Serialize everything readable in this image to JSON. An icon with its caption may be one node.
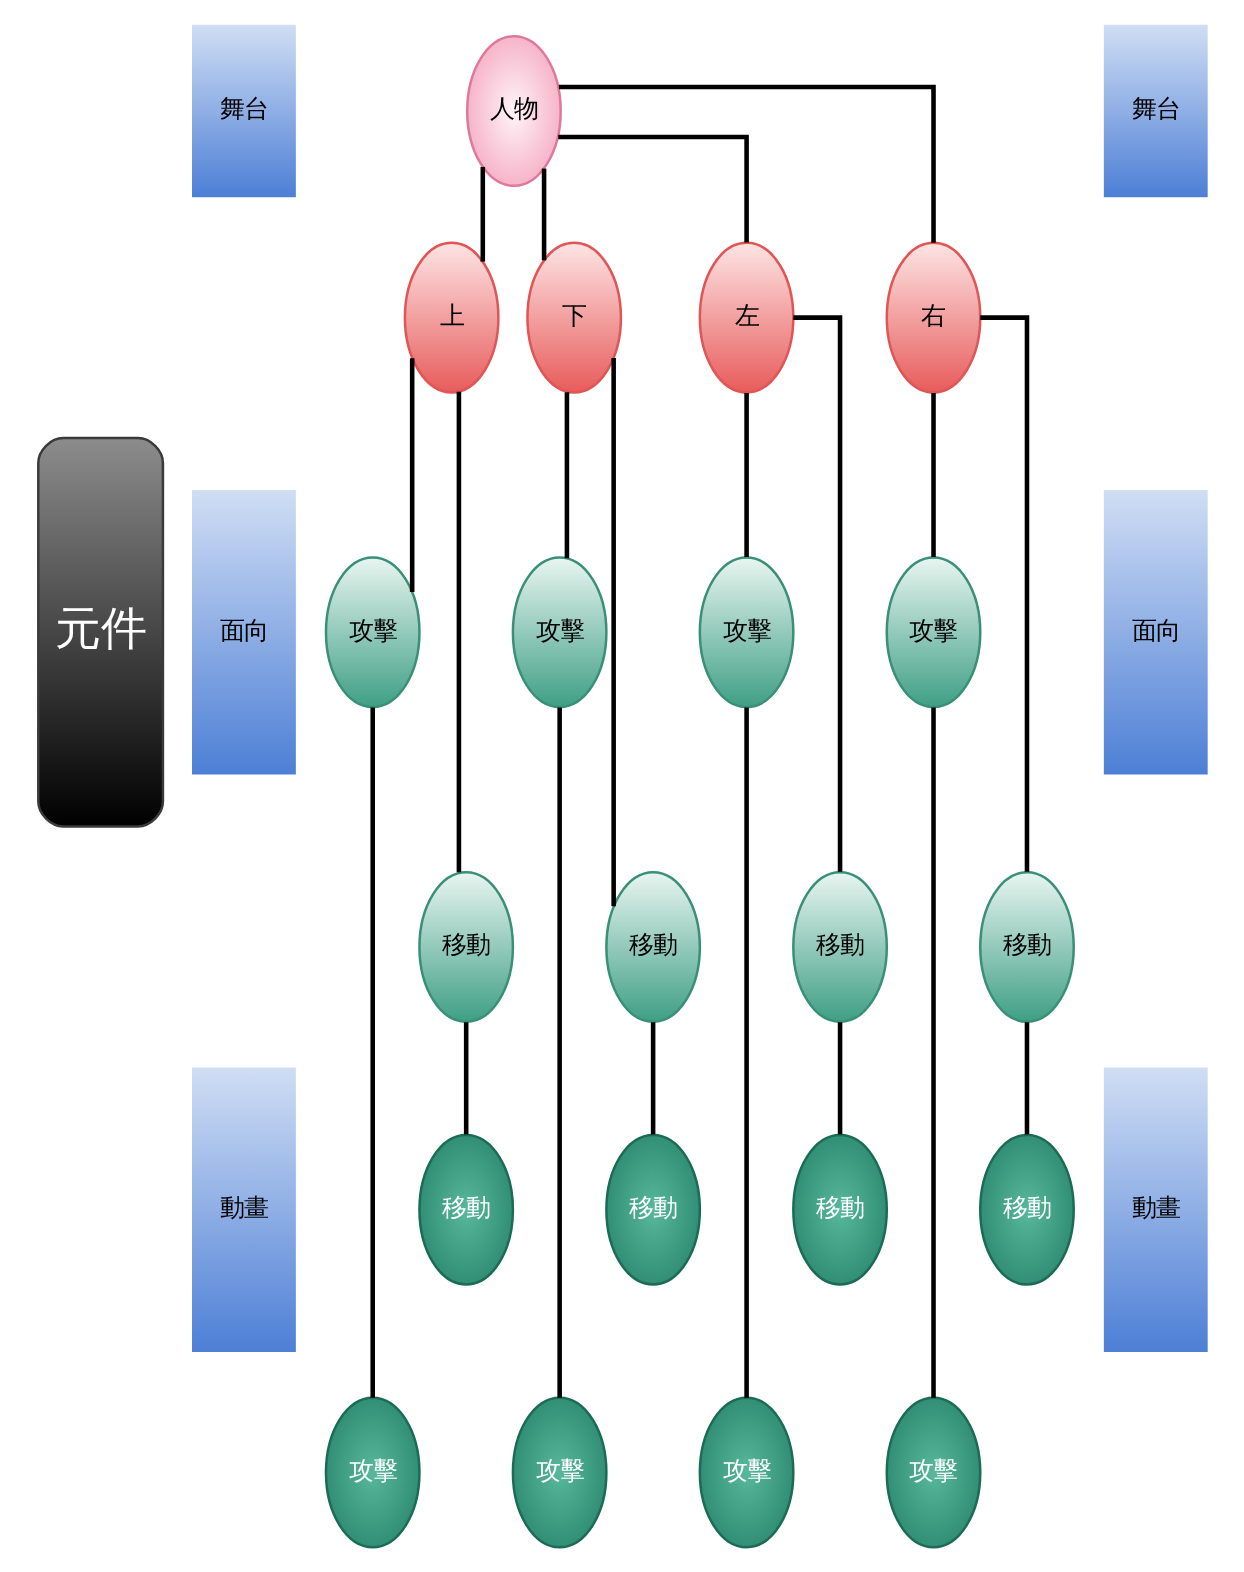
{
  "diagram": {
    "nodes": [
      {
        "text": [
          "舞台"
        ]
      },
      {
        "text": [
          "人物"
        ]
      },
      {
        "text": [
          "舞台"
        ]
      },
      {
        "text": [
          "上"
        ]
      },
      {
        "text": [
          "下"
        ]
      },
      {
        "text": [
          "左"
        ]
      },
      {
        "text": [
          "右"
        ]
      },
      {
        "text": [
          "元件"
        ]
      },
      {
        "text": [
          "面向"
        ]
      },
      {
        "text": [
          "面向"
        ]
      },
      {
        "text": [
          "攻擊"
        ]
      },
      {
        "text": [
          "攻擊"
        ]
      },
      {
        "text": [
          "攻擊"
        ]
      },
      {
        "text": [
          "攻擊"
        ]
      },
      {
        "text": [
          "移動"
        ]
      },
      {
        "text": [
          "移動"
        ]
      },
      {
        "text": [
          "移動"
        ]
      },
      {
        "text": [
          "移動"
        ]
      },
      {
        "text": [
          "動畫"
        ]
      },
      {
        "text": [
          "動畫"
        ]
      },
      {
        "text": [
          "移動"
        ]
      },
      {
        "text": [
          "移動"
        ]
      },
      {
        "text": [
          "移動"
        ]
      },
      {
        "text": [
          "移動"
        ]
      },
      {
        "text": [
          "攻擊"
        ]
      },
      {
        "text": [
          "攻擊"
        ]
      },
      {
        "text": [
          "攻擊"
        ]
      },
      {
        "text": [
          "攻擊"
        ]
      }
    ],
    "edges": [
      {
        "from": 1,
        "to": 3,
        "arrow": "none"
      },
      {
        "from": 1,
        "to": 4,
        "arrow": "none"
      },
      {
        "from": 1,
        "to": 5,
        "arrow": "none"
      },
      {
        "from": 1,
        "to": 6,
        "arrow": "none"
      },
      {
        "from": 3,
        "to": 10,
        "arrow": "none"
      },
      {
        "from": 3,
        "to": 14,
        "arrow": "none"
      },
      {
        "from": 4,
        "to": 11,
        "arrow": "none"
      },
      {
        "from": 4,
        "to": 15,
        "arrow": "none"
      },
      {
        "from": 5,
        "to": 12,
        "arrow": "none"
      },
      {
        "from": 5,
        "to": 16,
        "arrow": "none"
      },
      {
        "from": 6,
        "to": 13,
        "arrow": "none"
      },
      {
        "from": 6,
        "to": 17,
        "arrow": "none"
      },
      {
        "from": 14,
        "to": 20,
        "arrow": "none"
      },
      {
        "from": 15,
        "to": 21,
        "arrow": "none"
      },
      {
        "from": 16,
        "to": 22,
        "arrow": "none"
      },
      {
        "from": 17,
        "to": 23,
        "arrow": "none"
      },
      {
        "from": 10,
        "to": 24,
        "arrow": "none"
      },
      {
        "from": 11,
        "to": 25,
        "arrow": "none"
      },
      {
        "from": 12,
        "to": 26,
        "arrow": "none"
      },
      {
        "from": 13,
        "to": 27,
        "arrow": "none"
      }
    ]
  }
}
